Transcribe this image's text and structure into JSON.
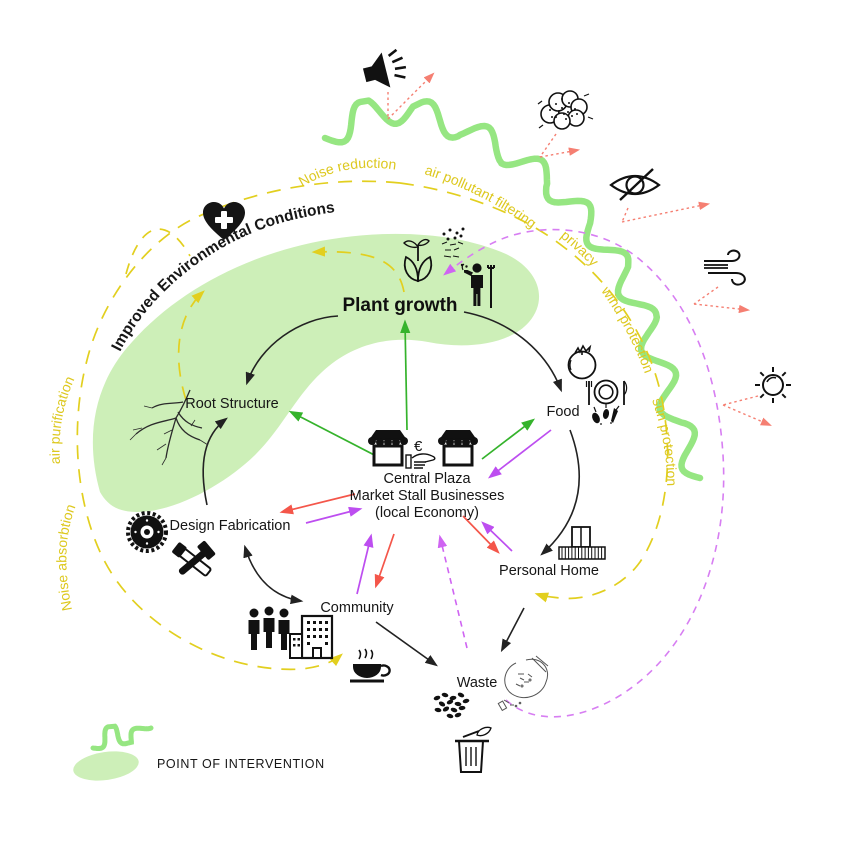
{
  "nodes": {
    "plant_growth": "Plant growth",
    "root_structure": "Root Structure",
    "food": "Food",
    "plaza1": "Central Plaza",
    "plaza2": "Market Stall Businesses",
    "plaza3": "(local Economy)",
    "design_fabrication": "Design Fabrication",
    "community": "Community",
    "personal_home": "Personal Home",
    "waste": "Waste"
  },
  "benefits": {
    "improved": "Improved Environmental Conditions",
    "noise_reduction": "Noise reduction",
    "air_pollutant_filtering": "air pollutant filtering",
    "privacy": "privacy",
    "wind_protection": "wind protection",
    "sun_protection": "sun protection",
    "air_purification": "air purification",
    "noise_absorbtion": "Noise absorbtion"
  },
  "legend": {
    "label": "POINT OF INTERVENTION"
  },
  "symbols": {
    "euro": "€"
  },
  "icons": [
    "speaker",
    "pollution-cloud",
    "privacy-eye",
    "wind",
    "sun",
    "health-heart",
    "sprout",
    "soil-scatter",
    "gardener",
    "roots",
    "saw-blade",
    "tools",
    "people",
    "building",
    "coffee-cup",
    "market-stall",
    "euro-hand",
    "tomato",
    "meal-plate",
    "vegetables",
    "home",
    "seeds",
    "compost-hand",
    "trash-can",
    "legend-squiggle",
    "legend-blob"
  ],
  "edges": [
    {
      "from": "Central Plaza",
      "to": "Plant growth",
      "color": "green"
    },
    {
      "from": "Central Plaza",
      "to": "Root Structure",
      "color": "green"
    },
    {
      "from": "Central Plaza",
      "to": "Food",
      "color": "green"
    },
    {
      "from": "Food",
      "to": "Central Plaza",
      "color": "purple"
    },
    {
      "from": "Central Plaza",
      "to": "Design Fabrication",
      "color": "red"
    },
    {
      "from": "Design Fabrication",
      "to": "Central Plaza",
      "color": "purple"
    },
    {
      "from": "Central Plaza",
      "to": "Community",
      "color": "red"
    },
    {
      "from": "Community",
      "to": "Central Plaza",
      "color": "purple"
    },
    {
      "from": "Central Plaza",
      "to": "Personal Home",
      "color": "red"
    },
    {
      "from": "Personal Home",
      "to": "Central Plaza",
      "color": "purple"
    },
    {
      "from": "Waste",
      "to": "Central Plaza",
      "color": "purple-dashed"
    },
    {
      "from": "Waste",
      "to": "Plant growth",
      "color": "purple-dashed-arc"
    },
    {
      "from": "Plant growth",
      "to": "Root Structure",
      "color": "black"
    },
    {
      "from": "Design Fabrication",
      "to": "Root Structure",
      "color": "black"
    },
    {
      "from": "Plant growth",
      "to": "Food",
      "color": "black"
    },
    {
      "from": "Food",
      "to": "Personal Home",
      "color": "black"
    },
    {
      "from": "Personal Home",
      "to": "Waste",
      "color": "black"
    },
    {
      "from": "Community",
      "to": "Waste",
      "color": "black"
    },
    {
      "from": "Design Fabrication",
      "to": "Community",
      "color": "black-double"
    },
    {
      "from": "screen",
      "to": "Improved Environmental Conditions",
      "color": "yellow-dashed"
    },
    {
      "from": "screen",
      "to": "Community",
      "color": "yellow-dashed"
    },
    {
      "from": "screen",
      "to": "Personal Home",
      "color": "yellow-dashed"
    }
  ],
  "colors": {
    "yellow": "#e2cf1f",
    "green_arrow": "#35b32c",
    "purple": "#bd4ef0",
    "purple_dash": "#d77ef2",
    "red": "#f4564a",
    "red_dotted": "#f57f72",
    "squiggle_green": "#96e682",
    "blob_green": "#cdefb8",
    "ink": "#161616"
  }
}
